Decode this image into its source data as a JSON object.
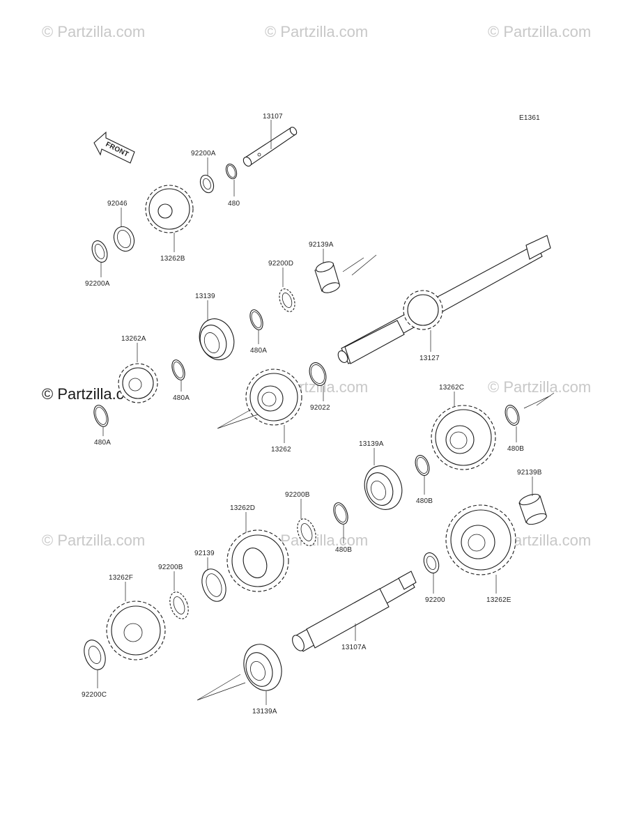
{
  "diagram_code": "E1361",
  "front_label": "FRONT",
  "watermark": {
    "text": "© Partzilla.com",
    "main": "© Partzilla.com"
  },
  "parts": {
    "p13107": "13107",
    "p92200A_top": "92200A",
    "p480_top": "480",
    "p92046": "92046",
    "p13262B": "13262B",
    "p92200A_left": "92200A",
    "p92139A": "92139A",
    "p92200D": "92200D",
    "p13139": "13139",
    "p480A_mid": "480A",
    "p13262A": "13262A",
    "p13127": "13127",
    "p480A_small": "480A",
    "p480A_left": "480A",
    "p92022": "92022",
    "p13262": "13262",
    "p13262C": "13262C",
    "p480B_right": "480B",
    "p13139A_mid": "13139A",
    "p480B_mid": "480B",
    "p92139B": "92139B",
    "p92200B_mid": "92200B",
    "p13262D": "13262D",
    "p480B_low": "480B",
    "p92139": "92139",
    "p92200B_left": "92200B",
    "p13262F": "13262F",
    "p92200": "92200",
    "p13262E": "13262E",
    "p13107A": "13107A",
    "p92200C": "92200C",
    "p13139A_low": "13139A"
  }
}
